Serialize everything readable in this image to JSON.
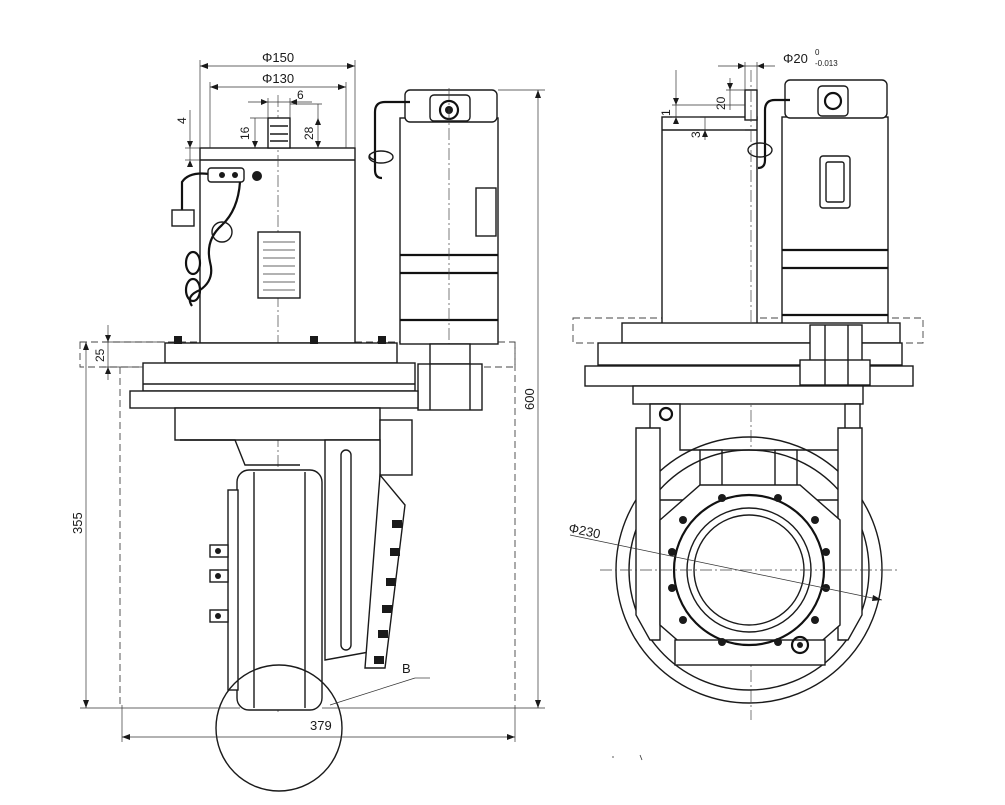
{
  "dimensions": {
    "dia_150": "Φ150",
    "dia_130": "Φ130",
    "six": "6",
    "sixteen": "16",
    "twenty_eight": "28",
    "four": "4",
    "twenty_five": "25",
    "six_hundred": "600",
    "three_five_five": "355",
    "three_seven_nine": "379",
    "label_b": "B",
    "dia_20": "Φ20",
    "tol_upper": "0",
    "tol_lower": "-0.013",
    "one": "1",
    "twenty": "20",
    "three": "3",
    "dia_230": "Φ230"
  },
  "colors": {
    "line": "#1a1a1a",
    "background": "#ffffff"
  }
}
